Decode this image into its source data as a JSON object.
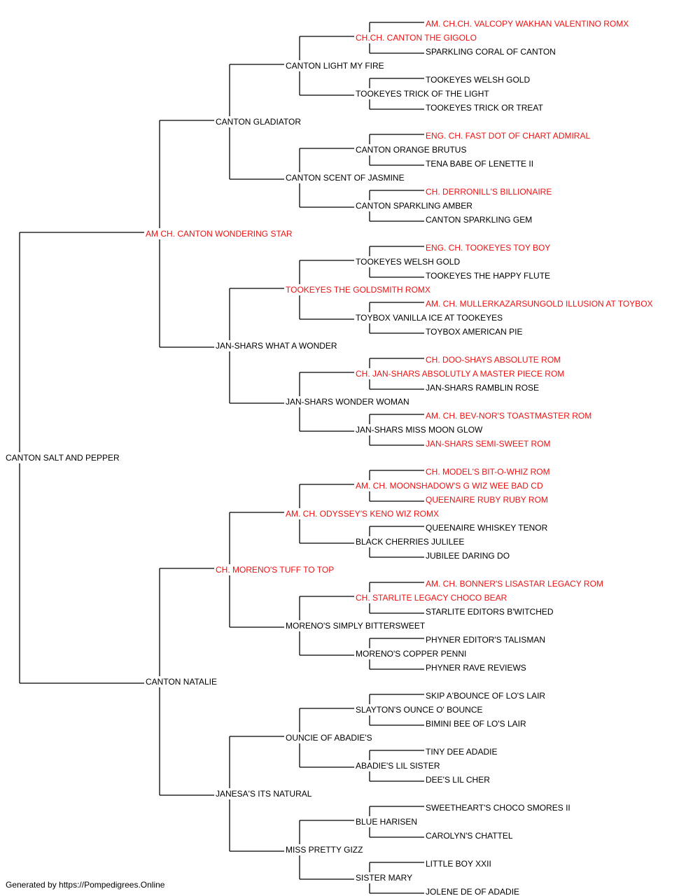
{
  "colors": {
    "champion": "#ee1111",
    "normal": "#000000",
    "line": "#000000"
  },
  "pedigree": {
    "name": "CANTON SALT AND PEPPER",
    "champion": false,
    "sire": {
      "name": "AM CH. CANTON WONDERING STAR",
      "champion": true,
      "sire": {
        "name": "CANTON GLADIATOR",
        "champion": false,
        "sire": {
          "name": "CANTON LIGHT MY FIRE",
          "champion": false,
          "sire": {
            "name": "CH.CH. CANTON THE GIGOLO",
            "champion": true,
            "sire": {
              "name": "AM. CH.CH. VALCOPY WAKHAN VALENTINO ROMX",
              "champion": true
            },
            "dam": {
              "name": "SPARKLING CORAL OF CANTON",
              "champion": false
            }
          },
          "dam": {
            "name": "TOOKEYES TRICK OF THE LIGHT",
            "champion": false,
            "sire": {
              "name": "TOOKEYES WELSH GOLD",
              "champion": false
            },
            "dam": {
              "name": "TOOKEYES TRICK OR TREAT",
              "champion": false
            }
          }
        },
        "dam": {
          "name": "CANTON SCENT OF JASMINE",
          "champion": false,
          "sire": {
            "name": "CANTON ORANGE BRUTUS",
            "champion": false,
            "sire": {
              "name": "ENG. CH. FAST DOT OF CHART ADMIRAL",
              "champion": true
            },
            "dam": {
              "name": "TENA BABE OF LENETTE II",
              "champion": false
            }
          },
          "dam": {
            "name": "CANTON SPARKLING AMBER",
            "champion": false,
            "sire": {
              "name": "CH. DERRONILL'S BILLIONAIRE",
              "champion": true
            },
            "dam": {
              "name": "CANTON SPARKLING GEM",
              "champion": false
            }
          }
        }
      },
      "dam": {
        "name": "JAN-SHARS WHAT A WONDER",
        "champion": false,
        "sire": {
          "name": "TOOKEYES THE GOLDSMITH ROMX",
          "champion": true,
          "sire": {
            "name": "TOOKEYES WELSH GOLD",
            "champion": false,
            "sire": {
              "name": "ENG. CH. TOOKEYES TOY BOY",
              "champion": true
            },
            "dam": {
              "name": "TOOKEYES THE HAPPY FLUTE",
              "champion": false
            }
          },
          "dam": {
            "name": "TOYBOX VANILLA ICE AT TOOKEYES",
            "champion": false,
            "sire": {
              "name": "AM. CH. MULLERKAZARSUNGOLD ILLUSION AT TOYBOX",
              "champion": true
            },
            "dam": {
              "name": "TOYBOX AMERICAN PIE",
              "champion": false
            }
          }
        },
        "dam": {
          "name": "JAN-SHARS WONDER WOMAN",
          "champion": false,
          "sire": {
            "name": "CH. JAN-SHARS ABSOLUTLY A MASTER PIECE ROM",
            "champion": true,
            "sire": {
              "name": "CH. DOO-SHAYS ABSOLUTE ROM",
              "champion": true
            },
            "dam": {
              "name": "JAN-SHARS RAMBLIN ROSE",
              "champion": false
            }
          },
          "dam": {
            "name": "JAN-SHARS MISS MOON GLOW",
            "champion": false,
            "sire": {
              "name": "AM. CH. BEV-NOR'S TOASTMASTER ROM",
              "champion": true
            },
            "dam": {
              "name": "JAN-SHARS SEMI-SWEET ROM",
              "champion": true
            }
          }
        }
      }
    },
    "dam": {
      "name": "CANTON NATALIE",
      "champion": false,
      "sire": {
        "name": "CH. MORENO'S TUFF TO TOP",
        "champion": true,
        "sire": {
          "name": "AM. CH. ODYSSEY'S KENO WIZ ROMX",
          "champion": true,
          "sire": {
            "name": "AM. CH. MOONSHADOW'S G WIZ WEE BAD CD",
            "champion": true,
            "sire": {
              "name": "CH. MODEL'S BIT-O-WHIZ ROM",
              "champion": true
            },
            "dam": {
              "name": "QUEENAIRE RUBY RUBY ROM",
              "champion": true
            }
          },
          "dam": {
            "name": "BLACK CHERRIES JULILEE",
            "champion": false,
            "sire": {
              "name": "QUEENAIRE WHISKEY TENOR",
              "champion": false
            },
            "dam": {
              "name": "JUBILEE DARING DO",
              "champion": false
            }
          }
        },
        "dam": {
          "name": "MORENO'S SIMPLY BITTERSWEET",
          "champion": false,
          "sire": {
            "name": "CH. STARLITE LEGACY CHOCO BEAR",
            "champion": true,
            "sire": {
              "name": "AM. CH. BONNER'S LISASTAR LEGACY ROM",
              "champion": true
            },
            "dam": {
              "name": "STARLITE EDITORS B'WITCHED",
              "champion": false
            }
          },
          "dam": {
            "name": "MORENO'S COPPER PENNI",
            "champion": false,
            "sire": {
              "name": "PHYNER EDITOR'S TALISMAN",
              "champion": false
            },
            "dam": {
              "name": "PHYNER RAVE REVIEWS",
              "champion": false
            }
          }
        }
      },
      "dam": {
        "name": "JANESA'S ITS NATURAL",
        "champion": false,
        "sire": {
          "name": "OUNCIE OF ABADIE'S",
          "champion": false,
          "sire": {
            "name": "SLAYTON'S OUNCE O' BOUNCE",
            "champion": false,
            "sire": {
              "name": "SKIP A'BOUNCE OF LO'S LAIR",
              "champion": false
            },
            "dam": {
              "name": "BIMINI BEE OF LO'S LAIR",
              "champion": false
            }
          },
          "dam": {
            "name": "ABADIE'S LIL SISTER",
            "champion": false,
            "sire": {
              "name": "TINY DEE ADADIE",
              "champion": false
            },
            "dam": {
              "name": "DEE'S LIL CHER",
              "champion": false
            }
          }
        },
        "dam": {
          "name": "MISS PRETTY GIZZ",
          "champion": false,
          "sire": {
            "name": "BLUE HARISEN",
            "champion": false,
            "sire": {
              "name": "SWEETHEART'S CHOCO SMORES II",
              "champion": false
            },
            "dam": {
              "name": "CAROLYN'S CHATTEL",
              "champion": false
            }
          },
          "dam": {
            "name": "SISTER MARY",
            "champion": false,
            "sire": {
              "name": "LITTLE BOY XXII",
              "champion": false
            },
            "dam": {
              "name": "JOLENE DE OF ADADIE",
              "champion": false
            }
          }
        }
      }
    }
  },
  "footer": "Generated by https://Pompedigrees.Online"
}
